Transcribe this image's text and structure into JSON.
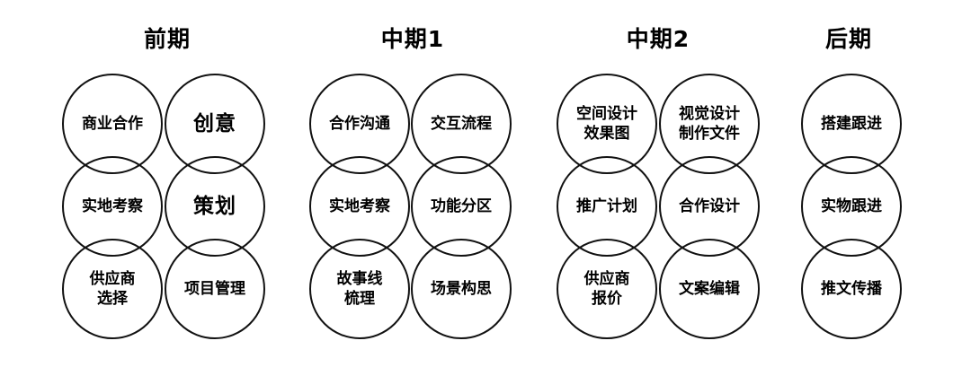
{
  "phases": [
    {
      "title": "前期",
      "items": [
        {
          "label": "商业合作"
        },
        {
          "label": "创意"
        },
        {
          "label": "实地考察"
        },
        {
          "label": "策划"
        },
        {
          "label": "供应商\n选择"
        },
        {
          "label": "项目管理"
        }
      ]
    },
    {
      "title": "中期1",
      "items": [
        {
          "label": "合作沟通"
        },
        {
          "label": "交互流程"
        },
        {
          "label": "实地考察"
        },
        {
          "label": "功能分区"
        },
        {
          "label": "故事线\n梳理"
        },
        {
          "label": "场景构思"
        }
      ]
    },
    {
      "title": "中期2",
      "items": [
        {
          "label": "空间设计\n效果图"
        },
        {
          "label": "视觉设计\n制作文件"
        },
        {
          "label": "推广计划"
        },
        {
          "label": "合作设计"
        },
        {
          "label": "供应商\n报价"
        },
        {
          "label": "文案编辑"
        }
      ]
    },
    {
      "title": "后期",
      "items": [
        {
          "label": "搭建跟进"
        },
        {
          "label": "实物跟进"
        },
        {
          "label": "推文传播"
        }
      ]
    }
  ]
}
